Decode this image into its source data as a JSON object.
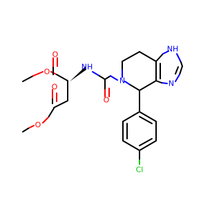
{
  "molecule": {
    "colors": {
      "carbon_bond": "#000000",
      "oxygen": "#ff0000",
      "nitrogen": "#0000ff",
      "chlorine": "#00cc00"
    },
    "labels": {
      "o_ester_upper": "O",
      "o_carbonyl_upper": "O",
      "nh_amide": "NH",
      "o_ester_lower_carbonyl": "O",
      "o_ester_lower": "O",
      "o_amide": "O",
      "n_ring": "N",
      "nh_imidazole": "NH",
      "n_imidazole": "N",
      "cl": "Cl"
    }
  }
}
